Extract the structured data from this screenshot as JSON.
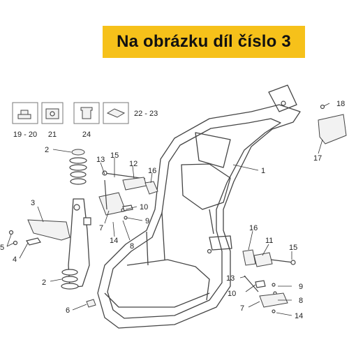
{
  "banner": {
    "title": "Na obrázku díl číslo 3",
    "background": "#f6c11a"
  },
  "callouts": {
    "c1": "1",
    "c2a": "2",
    "c2b": "2",
    "c3": "3",
    "c4": "4",
    "c5": "5",
    "c6": "6",
    "c7a": "7",
    "c7b": "7",
    "c8a": "8",
    "c8b": "8",
    "c9a": "9",
    "c9b": "9",
    "c10a": "10",
    "c10b": "10",
    "c11": "11",
    "c12": "12",
    "c13a": "13",
    "c13b": "13",
    "c14a": "14",
    "c14b": "14",
    "c15a": "15",
    "c15b": "15",
    "c16a": "16",
    "c16b": "16",
    "c17": "17",
    "c18": "18",
    "c1920": "19 - 20",
    "c21": "21",
    "c2223": "22 - 23",
    "c24": "24"
  }
}
